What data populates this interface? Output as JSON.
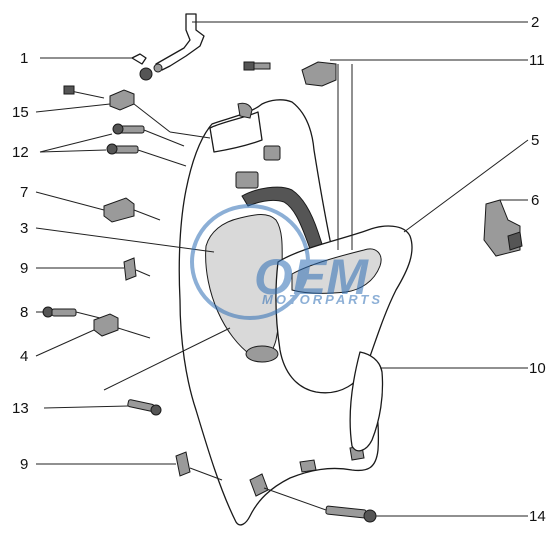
{
  "diagram": {
    "labels": {
      "p1": "1",
      "p2": "2",
      "p3": "3",
      "p4": "4",
      "p5": "5",
      "p6": "6",
      "p7": "7",
      "p8": "8",
      "p9a": "9",
      "p9b": "9",
      "p10": "10",
      "p11": "11",
      "p12": "12",
      "p13": "13",
      "p14": "14",
      "p15": "15"
    },
    "watermark": {
      "brand": "OEM",
      "sub": "MOTORPARTS"
    }
  },
  "colors": {
    "line": "#1a1a1a",
    "watermark": "#2f6fb5"
  }
}
